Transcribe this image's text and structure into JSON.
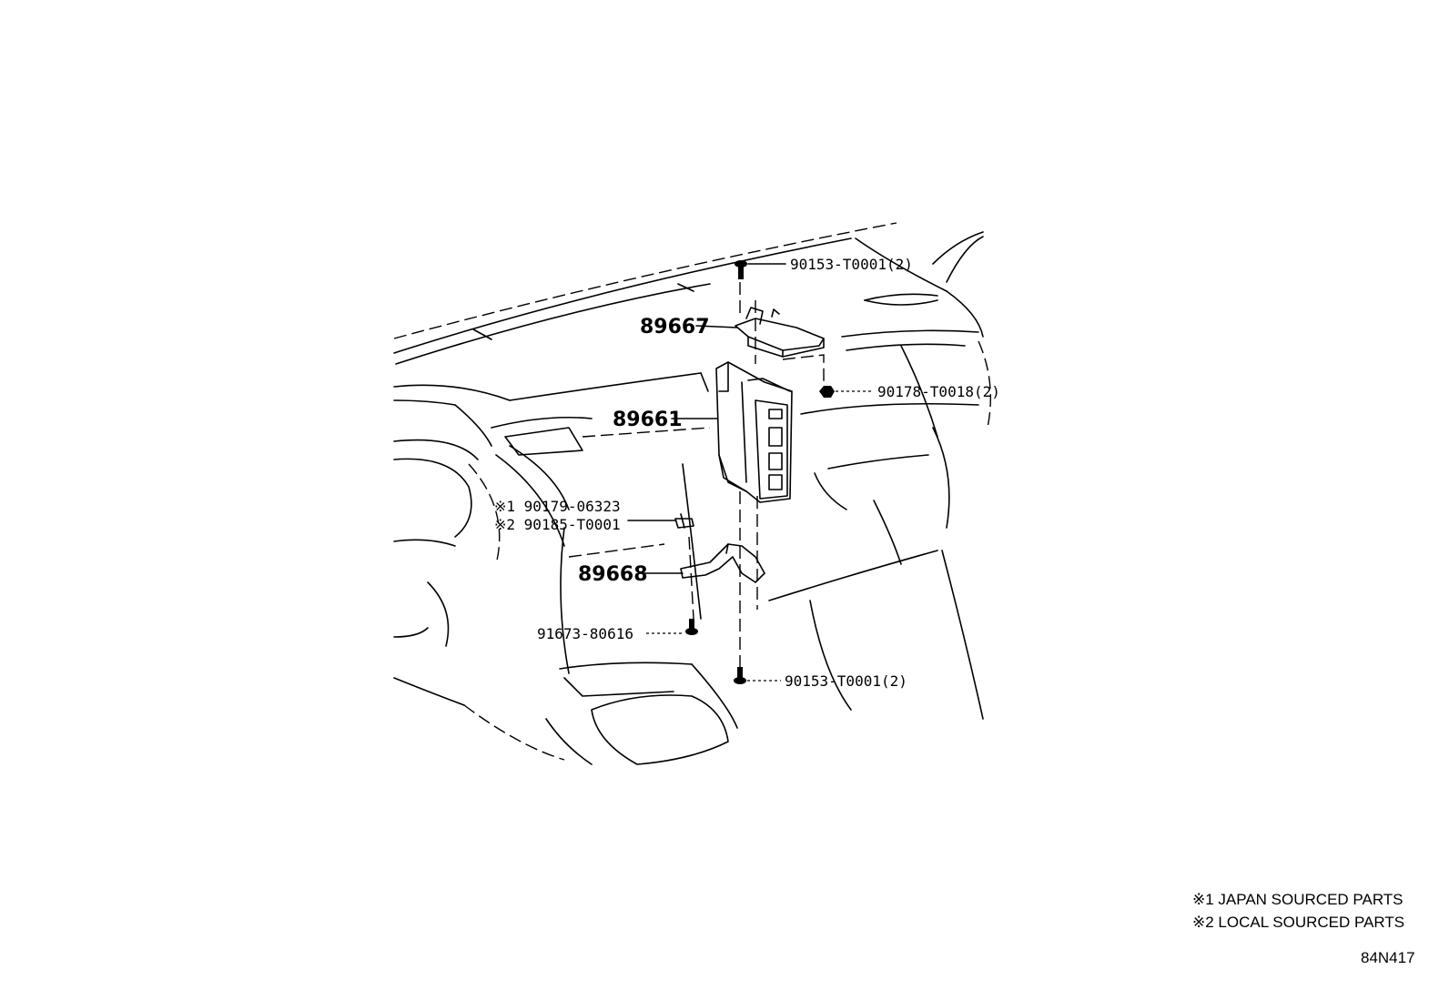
{
  "callouts": {
    "bolt_top": "90153-T0001(2)",
    "bracket_upper": "89667",
    "nut": "90178-T0018(2)",
    "ecu": "89661",
    "clip_japan": "※1 90179-06323",
    "clip_local": "※2 90185-T0001",
    "bracket_lower": "89668",
    "screw": "91673-80616",
    "bolt_bottom": "90153-T0001(2)"
  },
  "legend": {
    "note1": "※1 JAPAN SOURCED PARTS",
    "note2": "※2 LOCAL SOURCED PARTS"
  },
  "figure_code": "84N417"
}
